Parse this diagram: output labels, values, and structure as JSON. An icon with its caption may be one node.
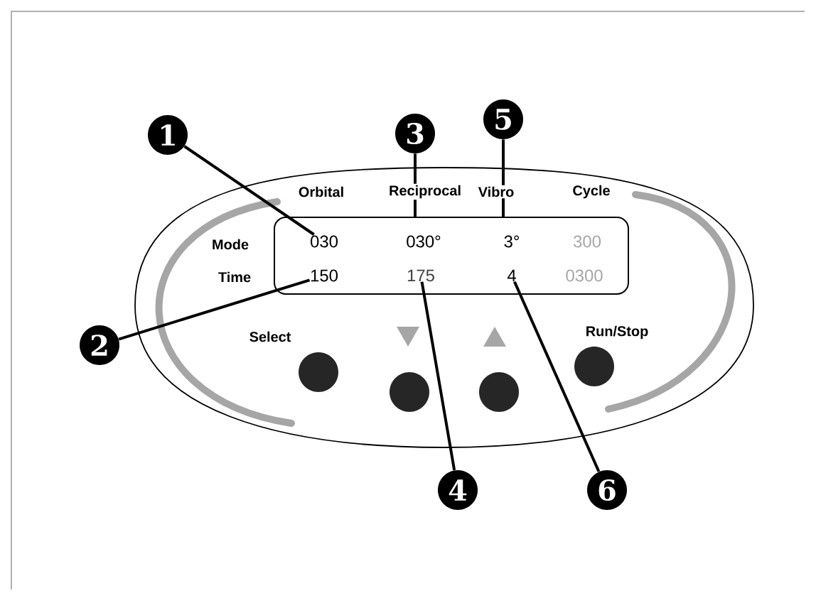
{
  "diagram": {
    "nodes": [
      {
        "text": [
          "1"
        ]
      },
      {
        "text": [
          "3"
        ]
      },
      {
        "text": [
          "5"
        ]
      },
      {
        "text": [],
        "shape": "box"
      },
      {
        "text": [
          "030"
        ],
        "in": 3
      },
      {
        "text": [
          "030°"
        ],
        "in": 3
      },
      {
        "text": [
          "3°"
        ],
        "in": 3
      },
      {
        "text": [
          "300"
        ],
        "in": 3
      },
      {
        "text": [
          "150"
        ],
        "in": 3
      },
      {
        "text": [
          "175"
        ],
        "in": 3
      },
      {
        "text": [
          "4"
        ],
        "in": 3
      },
      {
        "text": [
          "0300"
        ],
        "in": 3
      },
      {
        "text": [
          "2"
        ]
      },
      {
        "text": [
          "4"
        ]
      },
      {
        "text": [
          "6"
        ]
      }
    ],
    "edges": [
      {
        "from": 0,
        "to": 4,
        "arrow": "none"
      },
      {
        "from": 1,
        "to": 3,
        "arrow": "none"
      },
      {
        "from": 2,
        "to": 3,
        "arrow": "none"
      },
      {
        "from": 12,
        "to": 8,
        "arrow": "none"
      },
      {
        "from": 13,
        "to": 9,
        "arrow": "none"
      },
      {
        "from": 14,
        "to": 10,
        "arrow": "none"
      }
    ],
    "labels": [
      "Orbital",
      "Reciprocal",
      "Vibro",
      "Cycle",
      "Mode",
      "Time",
      "Select",
      "Run/Stop"
    ]
  }
}
